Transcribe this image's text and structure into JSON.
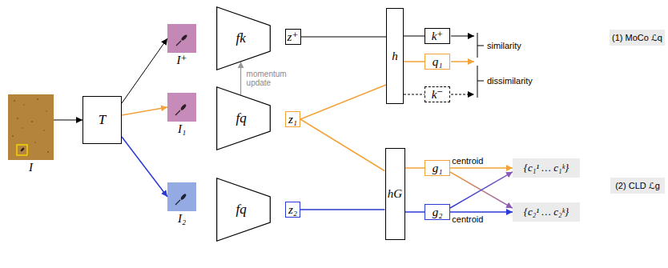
{
  "diagram": {
    "nodes": [
      {
        "text": [
          "I"
        ]
      },
      {
        "text": [
          "T"
        ]
      },
      {
        "text": [
          "I⁺"
        ]
      },
      {
        "text": [
          "I₁"
        ]
      },
      {
        "text": [
          "I₂"
        ]
      },
      {
        "text": [
          "fk"
        ]
      },
      {
        "text": [
          "fq"
        ]
      },
      {
        "text": [
          "fq"
        ]
      },
      {
        "text": [
          "z⁺"
        ]
      },
      {
        "text": [
          "z₁"
        ]
      },
      {
        "text": [
          "z₂"
        ]
      },
      {
        "text": [
          "h"
        ]
      },
      {
        "text": [
          "hG"
        ]
      },
      {
        "text": [
          "k⁺"
        ]
      },
      {
        "text": [
          "q₁"
        ]
      },
      {
        "text": [
          "k⁻"
        ]
      },
      {
        "text": [
          "g₁"
        ]
      },
      {
        "text": [
          "g₂"
        ]
      },
      {
        "text": [
          "{c₁¹ … c₁ᵏ}"
        ]
      },
      {
        "text": [
          "{c₂¹ … c₂ᵏ}"
        ]
      },
      {
        "text": [
          "(1) MoCo ℒq"
        ]
      },
      {
        "text": [
          "(2) CLD ℒg"
        ]
      }
    ],
    "edges": [
      {
        "from": 0,
        "to": 1,
        "arrow": "to"
      },
      {
        "from": 1,
        "to": 2,
        "arrow": "to"
      },
      {
        "from": 1,
        "to": 3,
        "arrow": "to"
      },
      {
        "from": 1,
        "to": 4,
        "arrow": "to"
      },
      {
        "from": 6,
        "to": 5,
        "label": "momentum update",
        "arrow": "to"
      },
      {
        "from": 8,
        "to": 11,
        "arrow": "none"
      },
      {
        "from": 9,
        "to": 11,
        "arrow": "none"
      },
      {
        "from": 9,
        "to": 12,
        "arrow": "none"
      },
      {
        "from": 10,
        "to": 12,
        "arrow": "none"
      },
      {
        "from": 11,
        "to": 13,
        "arrow": "none"
      },
      {
        "from": 11,
        "to": 14,
        "arrow": "none"
      },
      {
        "from": 11,
        "to": 15,
        "arrow": "none"
      },
      {
        "from": 12,
        "to": 16,
        "arrow": "none"
      },
      {
        "from": 12,
        "to": 17,
        "arrow": "none"
      },
      {
        "from": 16,
        "to": 18,
        "label": "centroid",
        "arrow": "to"
      },
      {
        "from": 17,
        "to": 19,
        "label": "centroid",
        "arrow": "to"
      },
      {
        "from": 16,
        "to": 19,
        "arrow": "to"
      },
      {
        "from": 17,
        "to": 18,
        "arrow": "to"
      }
    ],
    "labels": [
      "similarity",
      "dissimilarity"
    ]
  }
}
